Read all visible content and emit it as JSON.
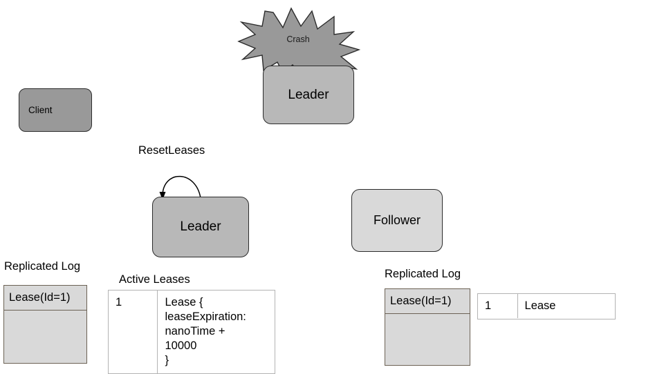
{
  "diagram": {
    "title_text_present": false,
    "colors": {
      "crash_fill": "#999999",
      "client_fill": "#999999",
      "leader_fill": "#b8b8b8",
      "follower_fill": "#d9d9d9",
      "log_fill": "#d9d9d9",
      "log_border": "#6b6154",
      "table_border": "#b3b3b3",
      "node_border": "#2b2b2b",
      "background": "#ffffff"
    },
    "nodes": {
      "client": {
        "label": "Client"
      },
      "leader_crashed": {
        "label": "Leader"
      },
      "leader_new": {
        "label": "Leader"
      },
      "follower": {
        "label": "Follower"
      }
    },
    "crash": {
      "label": "Crash",
      "icon": "explosion-star-icon"
    },
    "self_loop": {
      "label": "ResetLeases",
      "icon": "self-loop-arrow-icon"
    },
    "left_log": {
      "caption": "Replicated Log",
      "entries": [
        "Lease(Id=1)"
      ]
    },
    "right_log": {
      "caption": "Replicated Log",
      "entries": [
        "Lease(Id=1)"
      ]
    },
    "active_leases": {
      "caption": "Active Leases",
      "rows": [
        {
          "index": "1",
          "value": "Lease {\nleaseExpiration:\nnanoTime +\n10000\n}"
        }
      ]
    },
    "follower_leases": {
      "rows": [
        {
          "index": "1",
          "value": "Lease"
        }
      ]
    }
  }
}
